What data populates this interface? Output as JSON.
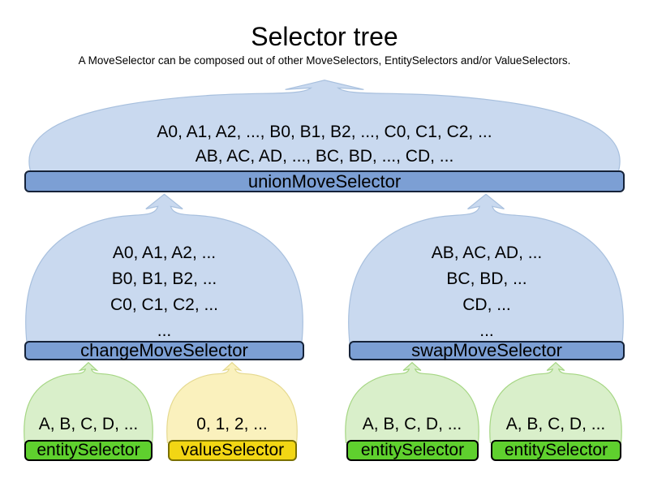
{
  "title": "Selector tree",
  "subtitle": "A MoveSelector can be composed out of other MoveSelectors, EntitySelectors and/or ValueSelectors.",
  "colors": {
    "text": "#000000",
    "cloud_blue_fill": "#c9d9ef",
    "cloud_blue_stroke": "#a8c0de",
    "bar_blue_fill": "#7c9fd4",
    "bar_blue_stroke": "#152238",
    "cloud_green_fill": "#d9efca",
    "cloud_green_stroke": "#a5d683",
    "bar_green_fill": "#5fd02e",
    "bar_green_stroke": "#000000",
    "cloud_yellow_fill": "#faf1bd",
    "cloud_yellow_stroke": "#e5d98f",
    "bar_yellow_fill": "#f2d614",
    "bar_yellow_stroke": "#7a7000"
  },
  "nodes": {
    "union": {
      "label": "unionMoveSelector",
      "lines": [
        "A0, A1, A2, ..., B0, B1, B2, ..., C0, C1, C2, ...",
        "AB, AC, AD, ..., BC, BD, ..., CD, ..."
      ]
    },
    "change": {
      "label": "changeMoveSelector",
      "lines": [
        "A0, A1, A2, ...",
        "B0, B1, B2, ...",
        "C0, C1, C2, ...",
        "..."
      ]
    },
    "swap": {
      "label": "swapMoveSelector",
      "lines": [
        "AB, AC, AD, ...",
        "BC, BD, ...",
        "CD, ...",
        "..."
      ]
    },
    "entity1": {
      "label": "entitySelector",
      "lines": [
        "A, B, C, D, ..."
      ]
    },
    "value1": {
      "label": "valueSelector",
      "lines": [
        "0, 1, 2, ..."
      ]
    },
    "entity2": {
      "label": "entitySelector",
      "lines": [
        "A, B, C, D, ..."
      ]
    },
    "entity3": {
      "label": "entitySelector",
      "lines": [
        "A, B, C, D, ..."
      ]
    }
  }
}
